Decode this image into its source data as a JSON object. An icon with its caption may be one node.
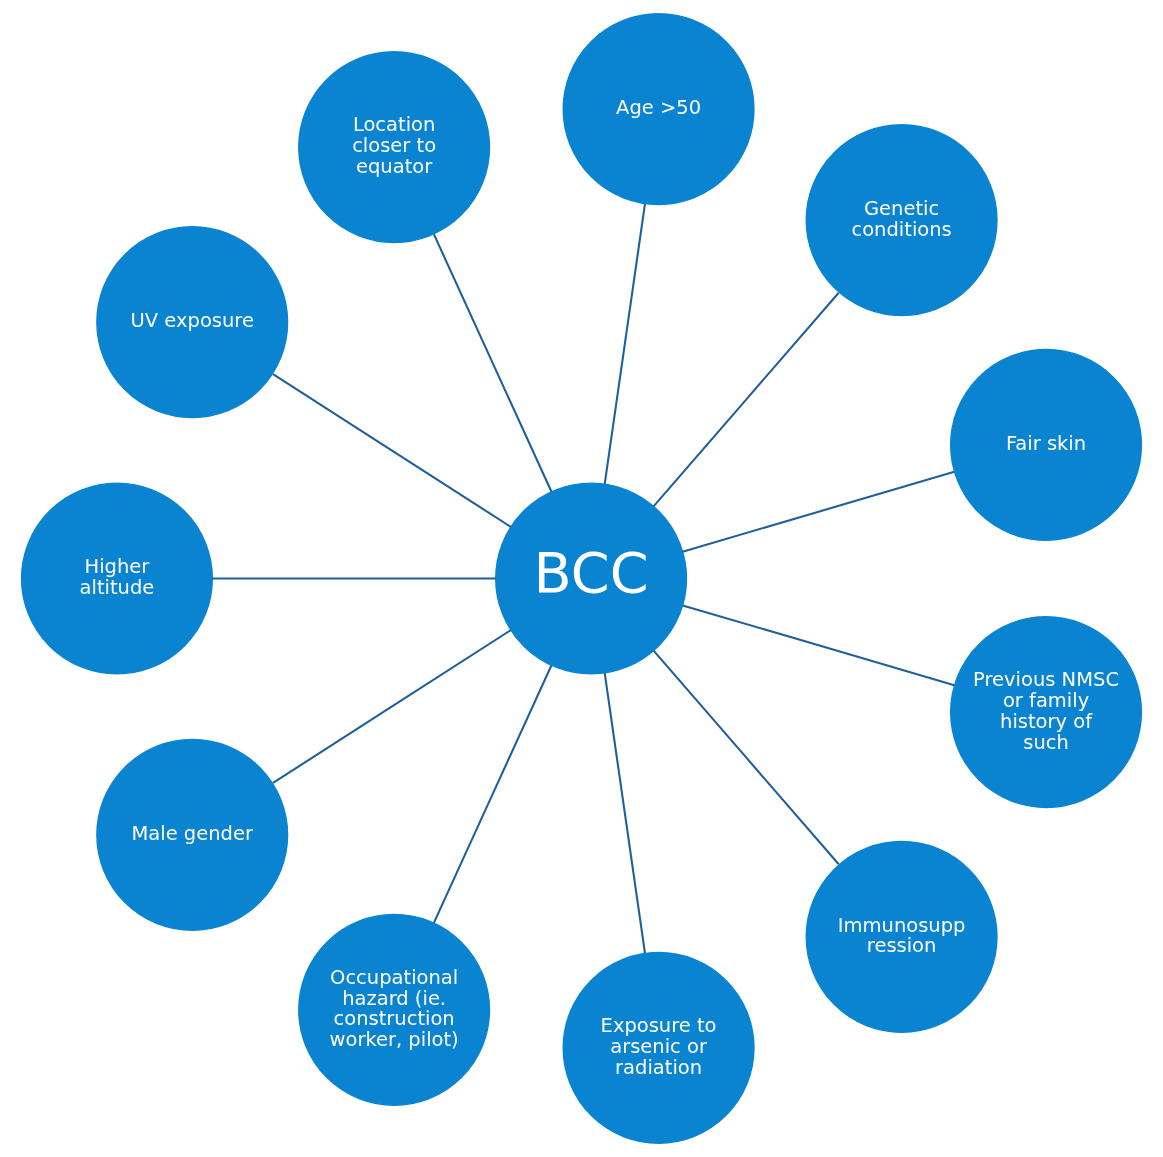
{
  "diagram": {
    "nodes": [
      {
        "text": [
          "BCC"
        ]
      },
      {
        "text": [
          "Fair skin"
        ]
      },
      {
        "text": [
          "Genetic conditions"
        ]
      },
      {
        "text": [
          "Age >50"
        ]
      },
      {
        "text": [
          "Location closer to equator"
        ]
      },
      {
        "text": [
          "UV exposure"
        ]
      },
      {
        "text": [
          "Higher altitude"
        ]
      },
      {
        "text": [
          "Male gender"
        ]
      },
      {
        "text": [
          "Occupational hazard (ie. construction worker, pilot)"
        ]
      },
      {
        "text": [
          "Exposure to arsenic or radiation"
        ]
      },
      {
        "text": [
          "Immunosupp ression"
        ]
      },
      {
        "text": [
          "Previous NMSC or family history of such"
        ]
      }
    ],
    "edges": [
      {
        "from": 0,
        "to": 1,
        "arrow": "none"
      },
      {
        "from": 0,
        "to": 3,
        "arrow": "none"
      },
      {
        "from": 0,
        "to": 5,
        "arrow": "none"
      },
      {
        "from": 0,
        "to": 7,
        "arrow": "none"
      },
      {
        "from": 0,
        "to": 9,
        "arrow": "none"
      },
      {
        "from": 0,
        "to": 11,
        "arrow": "none"
      },
      {
        "from": 0,
        "to": 10,
        "arrow": "none"
      },
      {
        "from": 0,
        "to": 8,
        "arrow": "none"
      },
      {
        "from": 0,
        "to": 6,
        "arrow": "none"
      },
      {
        "from": 0,
        "to": 4,
        "arrow": "none"
      },
      {
        "from": 0,
        "to": 2,
        "arrow": "none"
      }
    ]
  }
}
